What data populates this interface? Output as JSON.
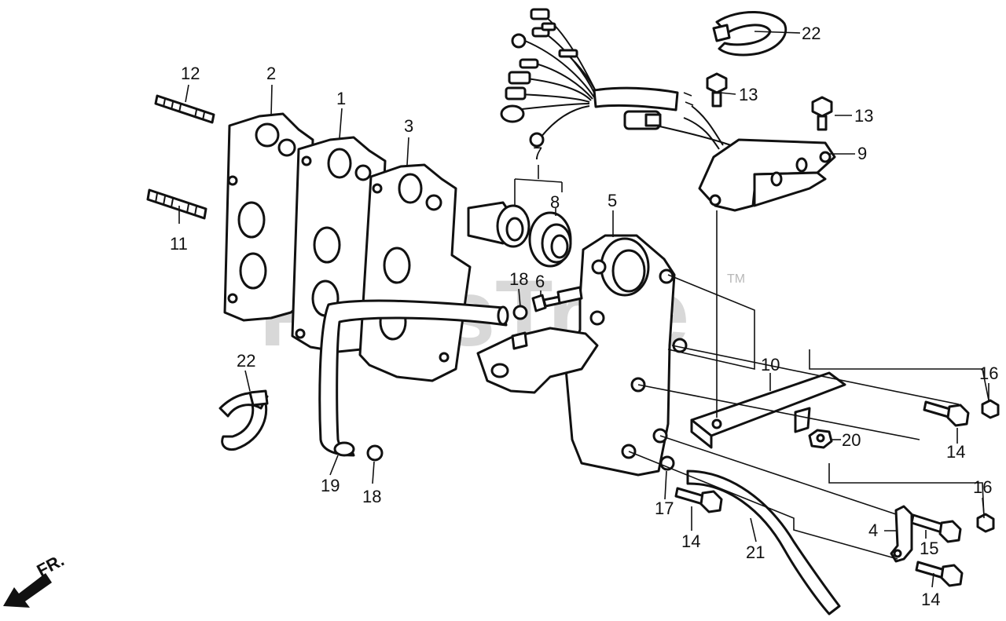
{
  "watermark": {
    "text": "PartsTree",
    "trademark": "TM"
  },
  "direction": {
    "label": "FR."
  },
  "callouts": {
    "p1": "1",
    "p2": "2",
    "p3": "3",
    "p4": "4",
    "p5": "5",
    "p6": "6",
    "p7": "7",
    "p8": "8",
    "p9": "9",
    "p10": "10",
    "p11": "11",
    "p12": "12",
    "p13a": "13",
    "p13b": "13",
    "p14a": "14",
    "p14b": "14",
    "p14c": "14",
    "p15": "15",
    "p16a": "16",
    "p16b": "16",
    "p17": "17",
    "p18a": "18",
    "p18b": "18",
    "p19": "19",
    "p20": "20",
    "p21": "21",
    "p22a": "22",
    "p22b": "22"
  }
}
